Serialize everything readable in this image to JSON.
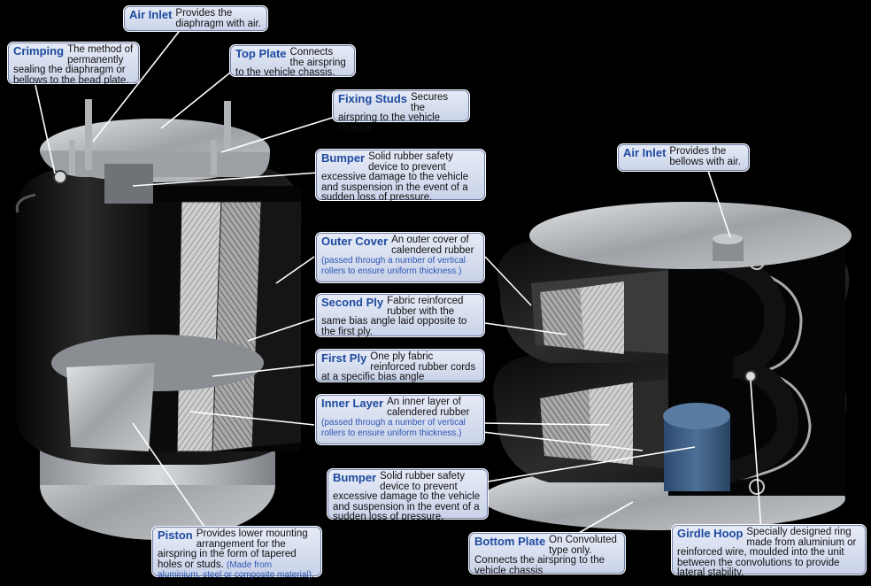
{
  "labels": {
    "air_inlet_top": {
      "title": "Air Inlet",
      "text": "Provides the diaphragm with air."
    },
    "crimping": {
      "title": "Crimping",
      "text": "The method of permanently sealing the diaphragm or bellows to the bead plate."
    },
    "top_plate": {
      "title": "Top Plate",
      "text": "Connects the airspring to the vehicle chassis."
    },
    "fixing_studs": {
      "title": "Fixing Studs",
      "text": "Secures the airspring to the vehicle chassis."
    },
    "bumper_top": {
      "title": "Bumper",
      "text": "Solid rubber safety device to prevent excessive damage to the vehicle and suspension in the event of a sudden loss of pressure."
    },
    "outer_cover": {
      "title": "Outer Cover",
      "text": "An outer cover of calendered rubber",
      "note": "(passed through a number of vertical rollers to ensure uniform thickness.)"
    },
    "second_ply": {
      "title": "Second Ply",
      "text": "Fabric reinforced rubber with the same bias angle laid opposite to the first ply."
    },
    "first_ply": {
      "title": "First Ply",
      "text": "One ply fabric reinforced rubber cords at a specific bias angle"
    },
    "inner_layer": {
      "title": "Inner Layer",
      "text": "An inner layer of calendered rubber",
      "note": "(passed through a number of vertical rollers to ensure uniform thickness.)"
    },
    "bumper_bottom": {
      "title": "Bumper",
      "text": "Solid rubber safety device to prevent excessive damage to the vehicle and suspension in the event of a sudden loss of pressure."
    },
    "piston": {
      "title": "Piston",
      "text": "Provides lower mounting arrangement for the airspring in the form of tapered holes or studs.",
      "note": "(Made from aluminium, steel or composite material)."
    },
    "air_inlet_right": {
      "title": "Air Inlet",
      "text": "Provides the bellows with air."
    },
    "bottom_plate": {
      "title": "Bottom Plate",
      "text": "On Convoluted type only. Connects the airspring to the vehicle chassis"
    },
    "girdle_hoop": {
      "title": "Girdle Hoop",
      "text": "Specially designed ring made from aluminium or reinforced wire, moulded into the unit between the convolutions to provide lateral stability."
    }
  }
}
